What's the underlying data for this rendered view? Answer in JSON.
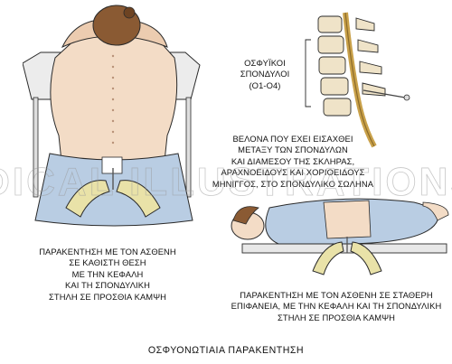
{
  "labels": {
    "vertebrae": [
      "ΟΣΦΥΪΚΟΙ",
      "ΣΠΟΝΔΥΛΟΙ",
      "(Ο1-Ο4)"
    ],
    "needle": [
      "ΒΕΛΟΝΑ ΠΟΥ ΕΧΕΙ ΕΙΣΑΧΘΕΙ",
      "ΜΕΤΑΞΥ ΤΩΝ ΣΠΟΝΔΥΛΩΝ",
      "ΚΑΙ ΔΙΑΜΕΣΟΥ ΤΗΣ ΣΚΛΗΡΑΣ,",
      "ΑΡΑΧΝΟΕΙΔΟΥΣ ΚΑΙ ΧΟΡΙΟΕΙΔΟΥΣ",
      "ΜΗΝΙΓΓΟΣ, ΣΤΟ ΣΠΟΝΔΥΛΙΚΟ ΣΩΛΗΝΑ"
    ],
    "sitting": [
      "ΠΑΡΑΚΕΝΤΗΣΗ ΜΕ ΤΟΝ ΑΣΘΕΝΗ",
      "ΣΕ ΚΑΘΙΣΤΗ ΘΕΣΗ",
      "ΜΕ ΤΗΝ ΚΕΦΑΛΗ",
      "ΚΑΙ ΤΗ ΣΠΟΝΔΥΛΙΚΗ",
      "ΣΤΗΛΗ ΣΕ ΠΡΟΣΘΙΑ ΚΑΜΨΗ"
    ],
    "lying": [
      "ΠΑΡΑΚΕΝΤΗΣΗ ΜΕ ΤΟΝ ΑΣΘΕΝΗ ΣΕ ΣΤΑΘΕΡΗ",
      "ΕΠΙΦΑΝΕΙΑ, ΜΕ ΤΗΝ ΚΕΦΑΛΗ ΚΑΙ ΤΗ ΣΠΟΝΔΥΛΙΚΗ",
      "ΣΤΗΛΗ ΣΕ ΠΡΟΣΘΙΑ ΚΑΜΨΗ"
    ]
  },
  "title": "ΟΣΦΥΟΝΩΤΙΑΙΑ ΠΑΡΑΚΕΝΤΗΣΗ",
  "watermark": "© MEDICAL ILLUSTRATIONS S.A.",
  "colors": {
    "skin": "#f3dcc6",
    "skin_shade": "#dcb99a",
    "hair": "#8a5a33",
    "gown": "#b9cde3",
    "gown_shade": "#8fa9c8",
    "glove": "#e9e2a8",
    "bone": "#efe3c8",
    "cord": "#c9a14a",
    "table": "#e8e8e8",
    "outline": "#2a2a2a"
  }
}
